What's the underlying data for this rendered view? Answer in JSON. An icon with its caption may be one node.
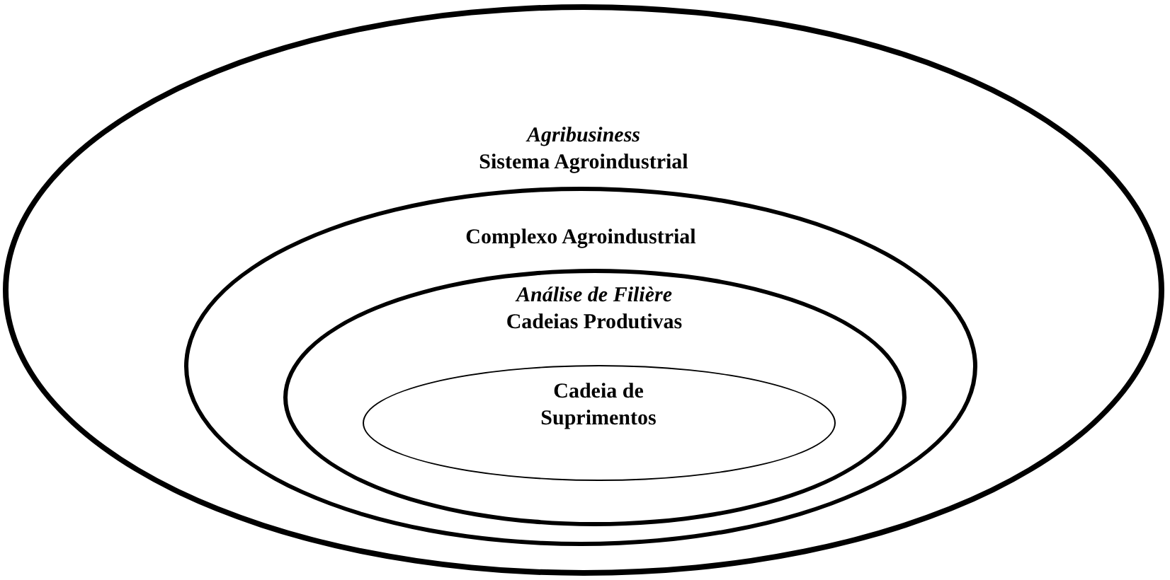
{
  "diagram": {
    "nodes": [
      {
        "text": [
          "Agribusiness",
          "Sistema Agroindustrial"
        ]
      },
      {
        "text": [
          "Complexo Agroindustrial"
        ],
        "in": 0
      },
      {
        "text": [
          "Análise de Filière",
          "Cadeias Produtivas"
        ],
        "in": 1
      },
      {
        "text": [
          "Cadeia de Suprimentos"
        ],
        "in": 2
      }
    ]
  }
}
